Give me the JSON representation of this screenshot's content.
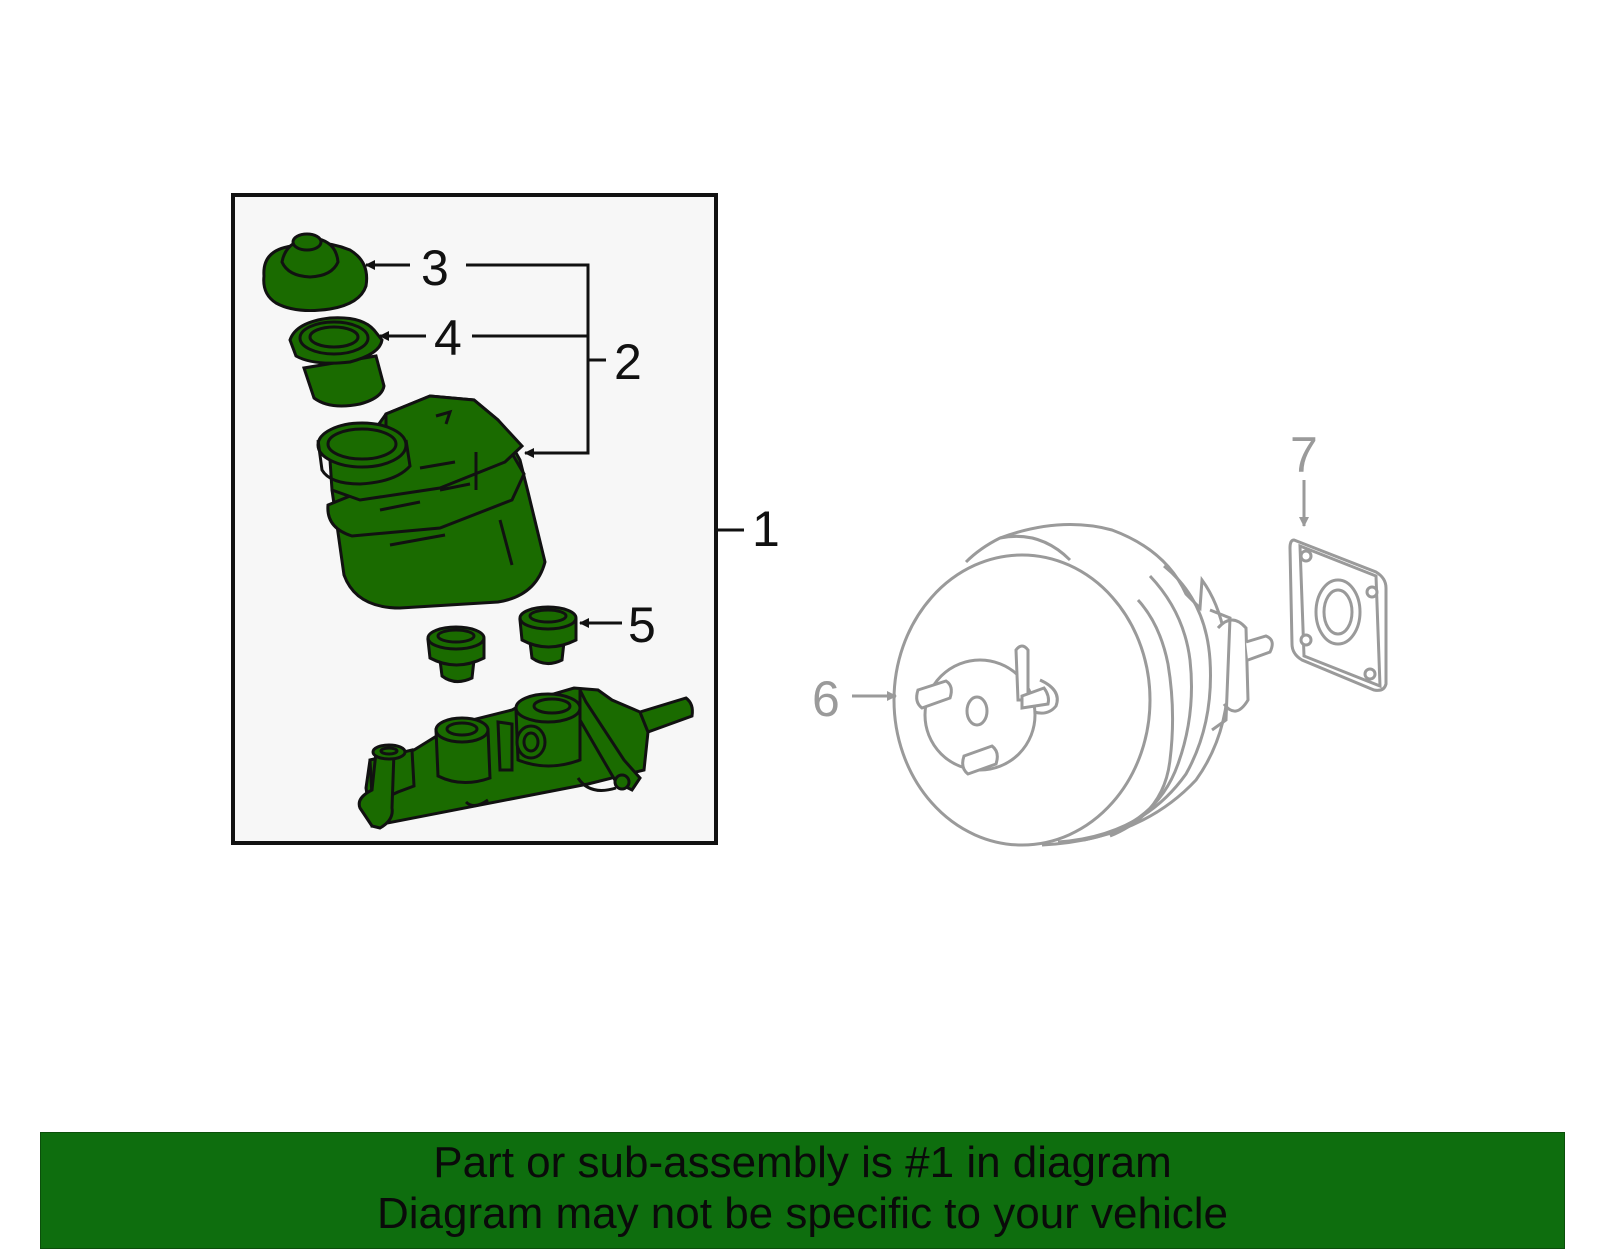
{
  "colors": {
    "part_fill": "#1a6b00",
    "outline": "#111111",
    "reference_grey": "#9a9a9a",
    "inset_background": "#f7f7f7",
    "footer_background": "#0e6e0e"
  },
  "callouts": {
    "c1": "1",
    "c2": "2",
    "c3": "3",
    "c4": "4",
    "c5": "5",
    "c6": "6",
    "c7": "7"
  },
  "footer": {
    "line1": "Part or sub-assembly is #1 in diagram",
    "line2": "Diagram may not be specific to your vehicle"
  }
}
